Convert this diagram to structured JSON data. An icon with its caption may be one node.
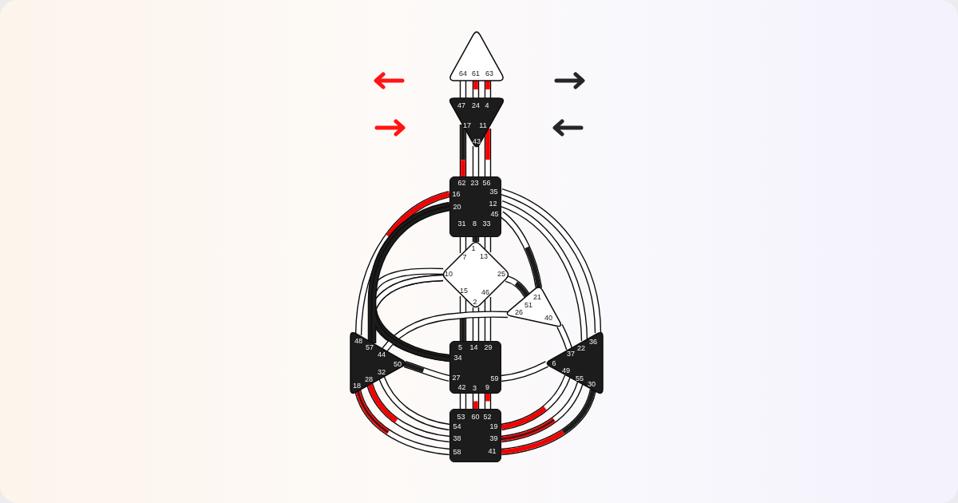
{
  "diagram": {
    "nodes": [
      {
        "text": [
          "64",
          "61",
          "63"
        ]
      },
      {
        "text": [
          "47",
          "24",
          "4",
          "17",
          "11",
          "43"
        ]
      },
      {
        "text": [
          "62",
          "23",
          "56",
          "16",
          "35",
          "20",
          "12",
          "45",
          "31",
          "8",
          "33"
        ]
      },
      {
        "text": [
          "1",
          "7",
          "13",
          "10",
          "25",
          "15",
          "46",
          "2"
        ]
      },
      {
        "text": [
          "21",
          "51",
          "26",
          "40"
        ]
      },
      {
        "text": [
          "48",
          "57",
          "44",
          "50",
          "32",
          "28",
          "18"
        ]
      },
      {
        "text": [
          "5",
          "14",
          "29",
          "34",
          "27",
          "59",
          "42",
          "3",
          "9"
        ]
      },
      {
        "text": [
          "36",
          "22",
          "37",
          "6",
          "49",
          "55",
          "30"
        ]
      },
      {
        "text": [
          "53",
          "60",
          "52",
          "54",
          "19",
          "38",
          "39",
          "58",
          "41"
        ]
      }
    ],
    "edges": [
      {
        "from": 0,
        "to": 1,
        "arrow": "none"
      },
      {
        "from": 0,
        "to": 1,
        "arrow": "none"
      },
      {
        "from": 0,
        "to": 1,
        "arrow": "none"
      },
      {
        "from": 1,
        "to": 2,
        "arrow": "none"
      },
      {
        "from": 1,
        "to": 2,
        "arrow": "none"
      },
      {
        "from": 1,
        "to": 2,
        "arrow": "none"
      },
      {
        "from": 2,
        "to": 3,
        "arrow": "none"
      },
      {
        "from": 2,
        "to": 3,
        "arrow": "none"
      },
      {
        "from": 2,
        "to": 3,
        "arrow": "none"
      },
      {
        "from": 2,
        "to": 5,
        "arrow": "none"
      },
      {
        "from": 2,
        "to": 5,
        "arrow": "none",
        "color": "#1c1c1c"
      },
      {
        "from": 2,
        "to": 6,
        "arrow": "none",
        "color": "#1c1c1c"
      },
      {
        "from": 3,
        "to": 2,
        "arrow": "none"
      },
      {
        "from": 3,
        "to": 5,
        "arrow": "none"
      },
      {
        "from": 3,
        "to": 6,
        "arrow": "none"
      },
      {
        "from": 5,
        "to": 6,
        "arrow": "none",
        "color": "#1c1c1c"
      },
      {
        "from": 2,
        "to": 4,
        "arrow": "none"
      },
      {
        "from": 2,
        "to": 7,
        "arrow": "none"
      },
      {
        "from": 2,
        "to": 7,
        "arrow": "none"
      },
      {
        "from": 3,
        "to": 6,
        "arrow": "none"
      },
      {
        "from": 3,
        "to": 6,
        "arrow": "none"
      },
      {
        "from": 3,
        "to": 6,
        "arrow": "none"
      },
      {
        "from": 3,
        "to": 4,
        "arrow": "none"
      },
      {
        "from": 4,
        "to": 5,
        "arrow": "none"
      },
      {
        "from": 4,
        "to": 7,
        "arrow": "none"
      },
      {
        "from": 5,
        "to": 6,
        "arrow": "none"
      },
      {
        "from": 6,
        "to": 7,
        "arrow": "none"
      },
      {
        "from": 6,
        "to": 8,
        "arrow": "none"
      },
      {
        "from": 6,
        "to": 8,
        "arrow": "none"
      },
      {
        "from": 6,
        "to": 8,
        "arrow": "none"
      },
      {
        "from": 5,
        "to": 8,
        "arrow": "none"
      },
      {
        "from": 5,
        "to": 8,
        "arrow": "none"
      },
      {
        "from": 5,
        "to": 8,
        "arrow": "none"
      },
      {
        "from": 7,
        "to": 8,
        "arrow": "none"
      },
      {
        "from": 7,
        "to": 8,
        "arrow": "none"
      },
      {
        "from": 7,
        "to": 8,
        "arrow": "none"
      }
    ]
  }
}
